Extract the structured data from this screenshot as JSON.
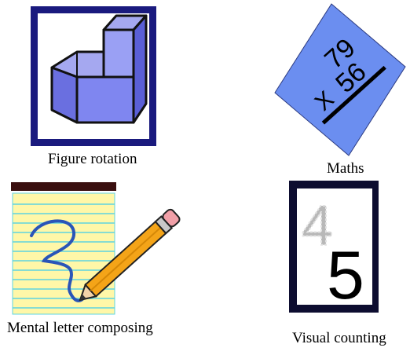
{
  "panels": [
    {
      "caption": "Figure rotation",
      "icon": "3d-l-block-icon"
    },
    {
      "caption": "Maths",
      "icon": "multiplication-card-icon",
      "card_text": {
        "top": "79",
        "bottom": "56",
        "operator": "X"
      }
    },
    {
      "caption": "Mental letter composing",
      "icon": "notepad-pencil-icon"
    },
    {
      "caption": "Visual counting",
      "icon": "digit-card-icon",
      "card_text": {
        "faded_digit": "4",
        "bold_digit": "5"
      }
    }
  ],
  "colors": {
    "frame_navy": "#1a1a7e",
    "block_blue": "#7d83e8",
    "math_card_blue": "#6b8ef0",
    "notepad_yellow": "#fff7a8",
    "notepad_lines": "#5fd4e0",
    "notepad_binding": "#3a0f0f",
    "handwriting_blue": "#2a55b8",
    "pencil_orange": "#f4a418"
  }
}
